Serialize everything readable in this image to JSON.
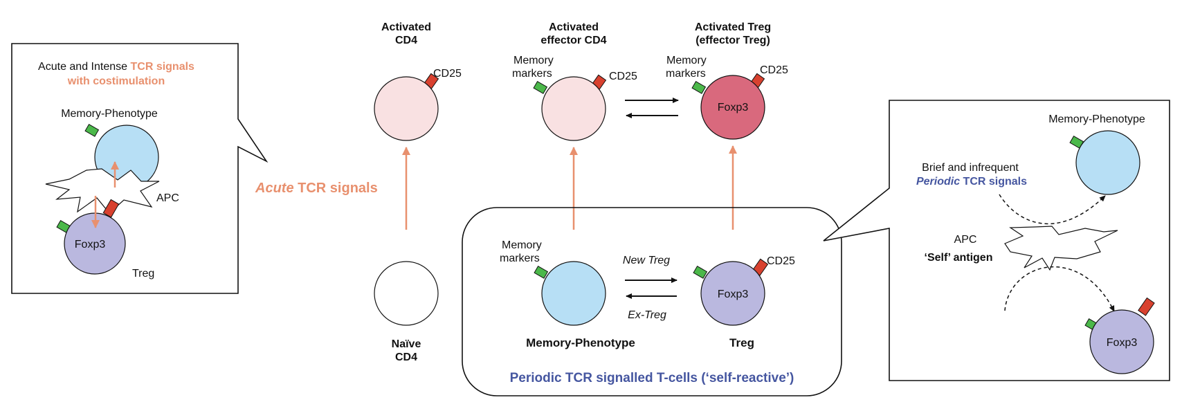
{
  "colors": {
    "salmon_arrow": "#e8906e",
    "salmon_text": "#e8906e",
    "blue_text": "#4556a0",
    "pale_pink_cell": "#f9e1e2",
    "treg_activated_cell": "#d9697d",
    "memory_cell": "#b7dff5",
    "treg_cell": "#bab8df",
    "cd25_marker": "#d8412f",
    "memory_marker": "#4bb84a"
  },
  "left_panel": {
    "line1": "Acute and Intense ",
    "line1_highlight": "TCR signals",
    "line2_highlight": "with costimulation",
    "memory_label": "Memory-Phenotype",
    "apc_label": "APC",
    "foxp3_label": "Foxp3",
    "treg_label": "Treg"
  },
  "acute": {
    "italic": "Acute",
    "rest": " TCR signals"
  },
  "top_row": {
    "activated_cd4": {
      "line1": "Activated",
      "line2": "CD4",
      "cd25": "CD25"
    },
    "activated_effector": {
      "line1": "Activated",
      "line2": "effector CD4",
      "memory_line1": "Memory",
      "memory_line2": "markers",
      "cd25": "CD25"
    },
    "activated_treg": {
      "line1": "Activated Treg",
      "line2": "(effector Treg)",
      "memory_line1": "Memory",
      "memory_line2": "markers",
      "cd25": "CD25",
      "foxp3": "Foxp3"
    }
  },
  "naive": {
    "line1": "Naïve",
    "line2": "CD4"
  },
  "center_box": {
    "memory_line1": "Memory",
    "memory_line2": "markers",
    "cd25": "CD25",
    "new_treg": "New Treg",
    "ex_treg": "Ex-Treg",
    "foxp3": "Foxp3",
    "memory_phenotype": "Memory-Phenotype",
    "treg": "Treg",
    "caption": "Periodic TCR signalled T-cells (‘self-reactive’)"
  },
  "right_panel": {
    "memory_label": "Memory-Phenotype",
    "line1": "Brief and infrequent",
    "line2_italic": "Periodic",
    "line2_rest": " TCR signals",
    "apc": "APC",
    "self_antigen": "‘Self’ antigen",
    "foxp3": "Foxp3"
  }
}
